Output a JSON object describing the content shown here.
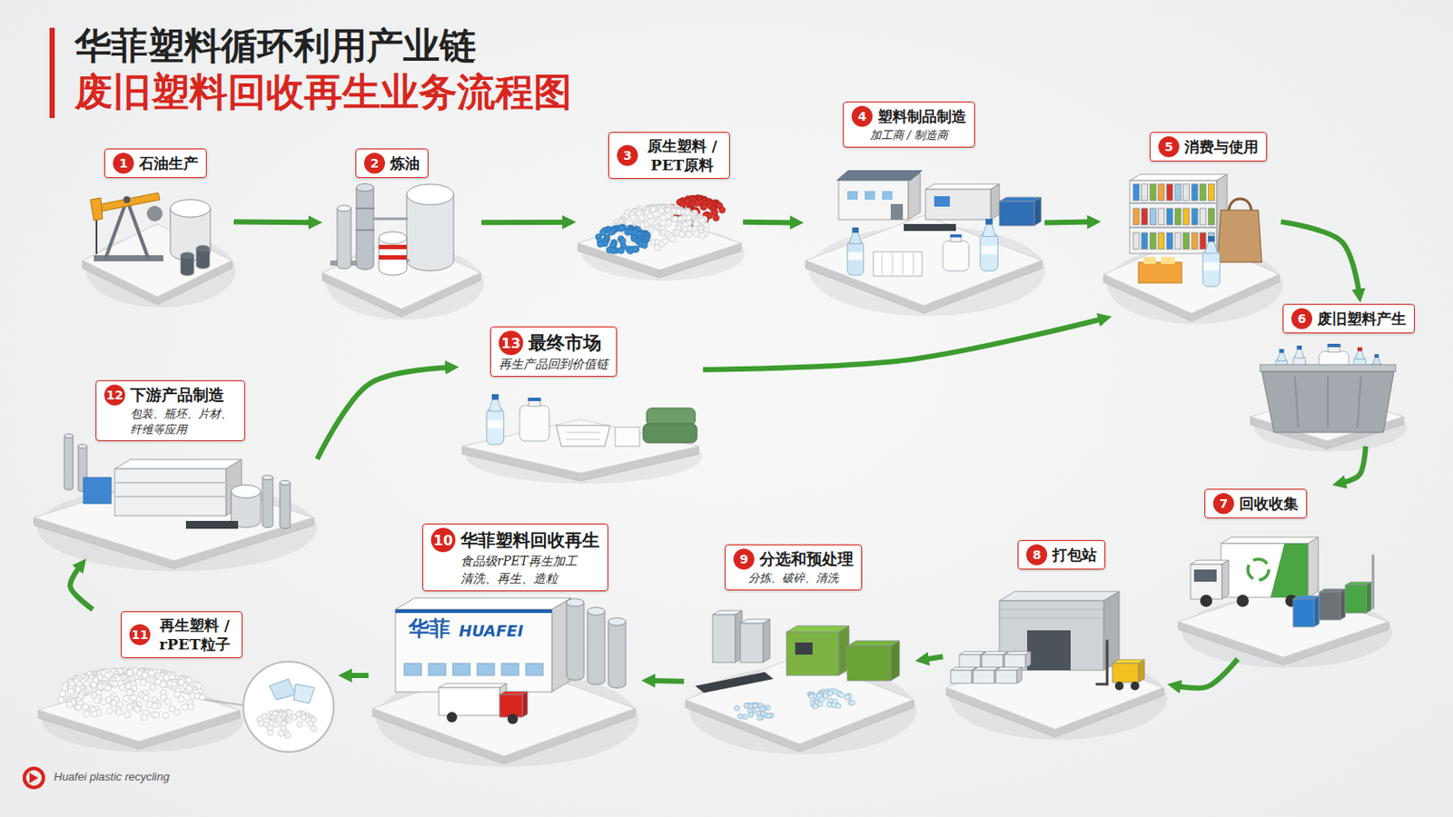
{
  "diagram": {
    "title": "华菲塑料循环利用产业链",
    "nodes": [
      {
        "text": [
          "1",
          "石油生产"
        ]
      },
      {
        "text": [
          "2",
          "炼油"
        ]
      },
      {
        "text": [
          "3",
          "原生塑料 / PET原料"
        ]
      },
      {
        "text": [
          "4",
          "塑料制品制造",
          "加工商 / 制造商"
        ]
      },
      {
        "text": [
          "5",
          "消费与使用"
        ]
      },
      {
        "text": [
          "6",
          "废旧塑料产生"
        ]
      },
      {
        "text": [
          "7",
          "回收收集"
        ]
      },
      {
        "text": [
          "8",
          "打包站"
        ]
      },
      {
        "text": [
          "9",
          "分选和预处理",
          "分拣、破碎、清洗"
        ]
      },
      {
        "text": [
          "10",
          "华菲塑料回收再生",
          "食品级rPET再生加工",
          "清洗、再生、造粒"
        ]
      },
      {
        "text": [
          "11",
          "再生塑料 / rPET粒子"
        ]
      },
      {
        "text": [
          "12",
          "下游产品制造",
          "包装、瓶坯、片材、 纤维等应用"
        ]
      },
      {
        "text": [
          "13",
          "最终市场",
          "再生产品回到价值链"
        ]
      }
    ],
    "edges": [
      {
        "from": 0,
        "to": 1,
        "arrow": "to"
      },
      {
        "from": 1,
        "to": 2,
        "arrow": "to"
      },
      {
        "from": 2,
        "to": 3,
        "arrow": "to"
      },
      {
        "from": 3,
        "to": 4,
        "arrow": "to"
      },
      {
        "from": 4,
        "to": 5,
        "arrow": "to"
      },
      {
        "from": 5,
        "to": 6,
        "arrow": "to"
      },
      {
        "from": 6,
        "to": 7,
        "arrow": "to"
      },
      {
        "from": 7,
        "to": 8,
        "arrow": "to"
      },
      {
        "from": 8,
        "to": 9,
        "arrow": "to"
      },
      {
        "from": 9,
        "to": 10,
        "arrow": "to"
      },
      {
        "from": 10,
        "to": 11,
        "arrow": "to"
      },
      {
        "from": 11,
        "to": 12,
        "arrow": "to"
      },
      {
        "from": 12,
        "to": 4,
        "arrow": "to"
      }
    ],
    "labels": [
      "废旧塑料回收再生业务流程图",
      "华菲",
      "HUAFEI",
      "Huafei plastic recycling"
    ]
  }
}
